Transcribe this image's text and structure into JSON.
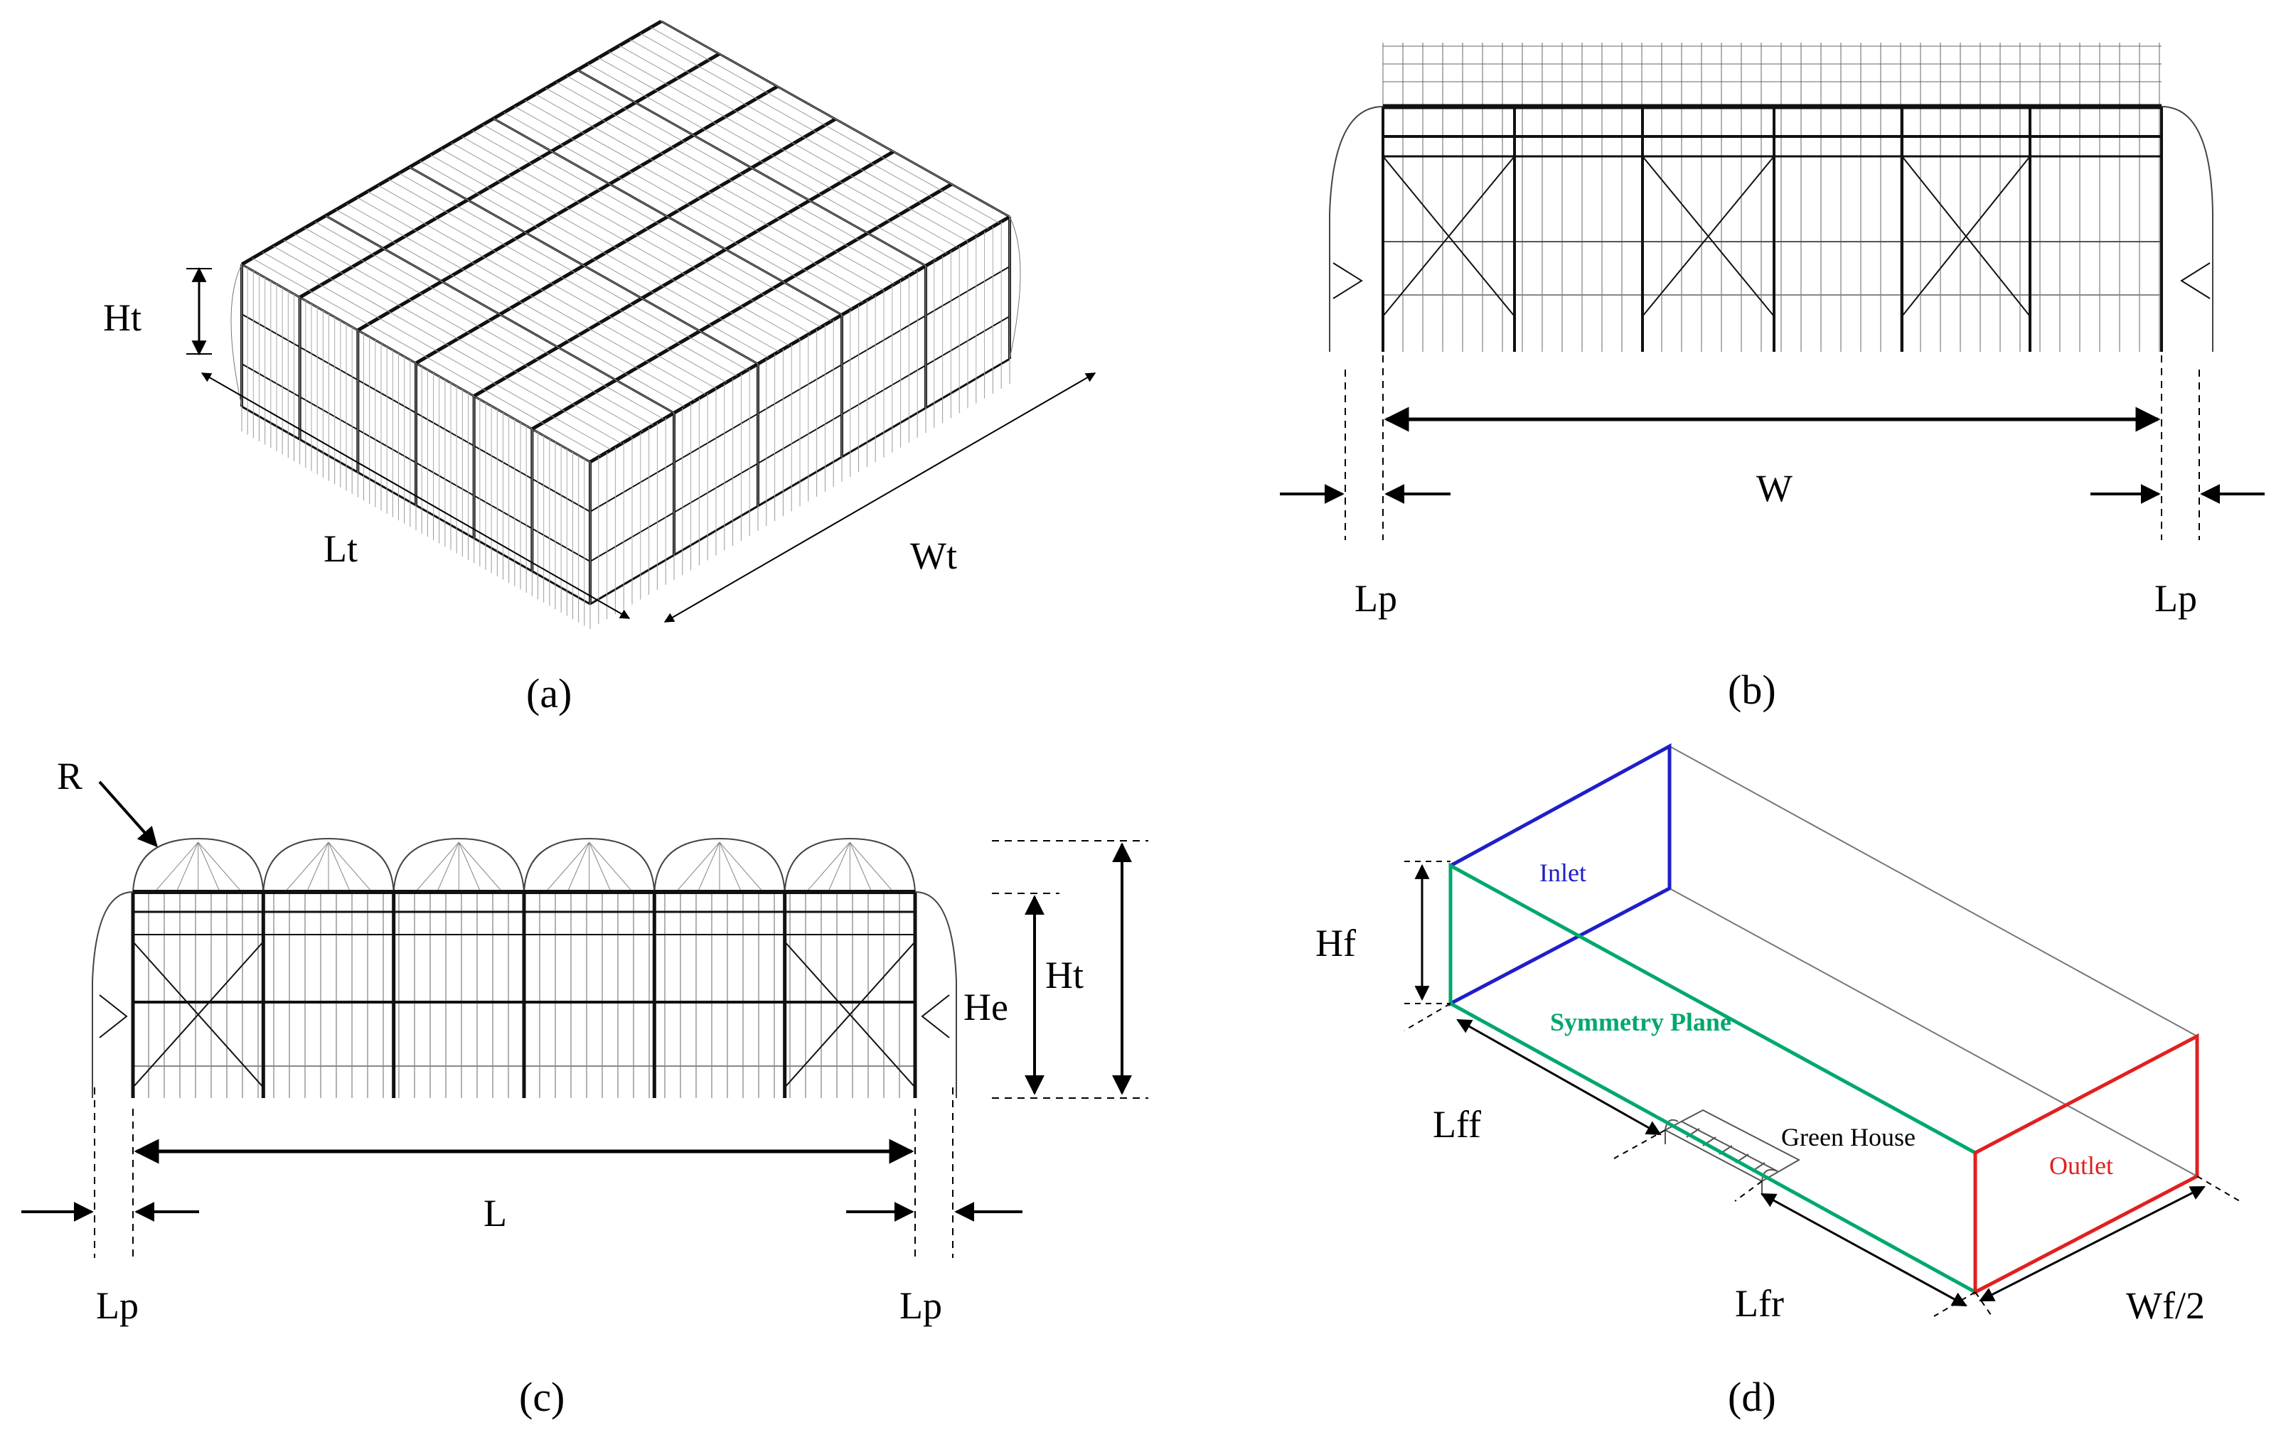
{
  "panel_a": {
    "caption": "(a)",
    "labels": {
      "height": "Ht",
      "length": "Lt",
      "width": "Wt"
    }
  },
  "panel_b": {
    "caption": "(b)",
    "labels": {
      "width": "W",
      "pad_left": "Lp",
      "pad_right": "Lp"
    }
  },
  "panel_c": {
    "caption": "(c)",
    "labels": {
      "roof_radius": "R",
      "eave_height": "He",
      "total_height": "Ht",
      "length": "L",
      "pad_left": "Lp",
      "pad_right": "Lp"
    }
  },
  "panel_d": {
    "caption": "(d)",
    "labels": {
      "domain_height": "Hf",
      "front_length": "Lff",
      "rear_length": "Lfr",
      "half_width": "Wf/2",
      "inlet": "Inlet",
      "symmetry": "Symmetry Plane",
      "outlet": "Outlet",
      "greenhouse": "Green House"
    },
    "colors": {
      "inlet": "#1f1fc8",
      "symmetry": "#00a86b",
      "outlet": "#e02020"
    }
  }
}
